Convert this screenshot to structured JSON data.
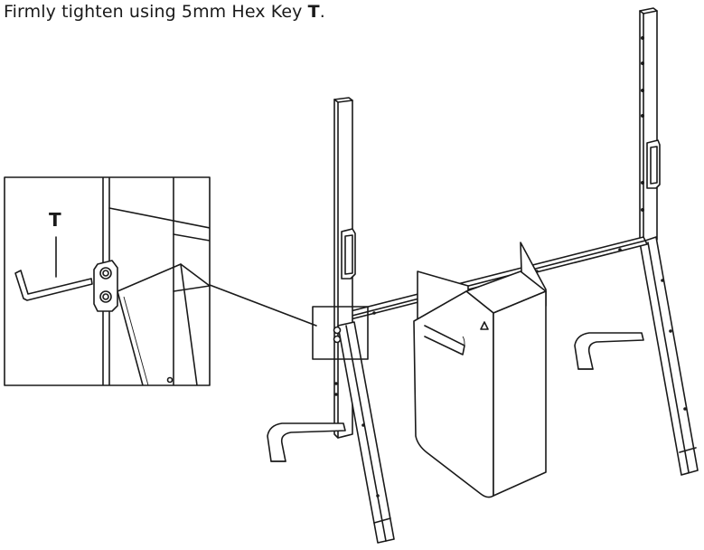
{
  "instruction": {
    "text_before": "Firmly tighten using 5mm Hex Key ",
    "key_letter": "T",
    "text_after": "."
  },
  "callout": {
    "tool_label": "T"
  },
  "colors": {
    "line": "#1a1a1a",
    "background": "#ffffff"
  }
}
